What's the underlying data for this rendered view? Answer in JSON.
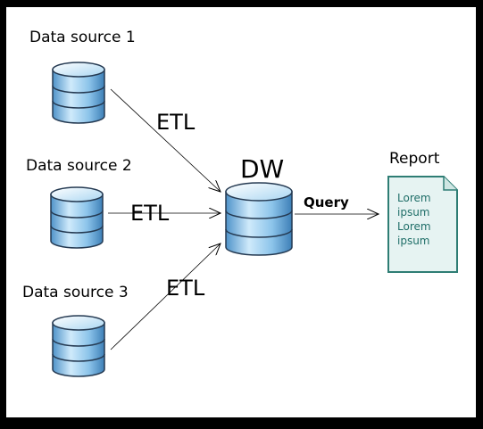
{
  "sources": [
    {
      "label": "Data source 1"
    },
    {
      "label": "Data source 2"
    },
    {
      "label": "Data source 3"
    }
  ],
  "etl_labels": [
    "ETL",
    "ETL",
    "ETL"
  ],
  "warehouse": {
    "label": "DW"
  },
  "query_label": "Query",
  "report": {
    "title": "Report",
    "lines": [
      "Lorem",
      "ipsum",
      "Lorem",
      "ipsum"
    ]
  },
  "colors": {
    "db_light": "#dff1fb",
    "db_mid": "#9fd0ef",
    "db_dark": "#4f93c9",
    "db_stroke": "#253a52",
    "report_fill": "#e6f3f2",
    "report_stroke": "#2e7d74",
    "report_text": "#1f6e68"
  }
}
